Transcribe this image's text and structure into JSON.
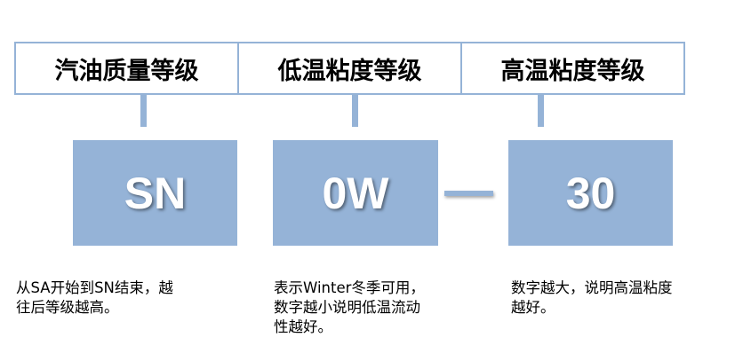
{
  "headers": [
    "汽油质量等级",
    "低温粘度等级",
    "高温粘度等级"
  ],
  "codes": {
    "quality": "SN",
    "low_temp": "0W",
    "separator": "—",
    "high_temp": "30"
  },
  "descriptions": [
    "从SA开始到SN结束，越\n往后等级越高。",
    "表示Winter冬季可用，\n数字越小说明低温流动\n性越好。",
    "数字越大，说明高温粘度\n越好。"
  ],
  "colors": {
    "accent": "#95b3d7"
  }
}
